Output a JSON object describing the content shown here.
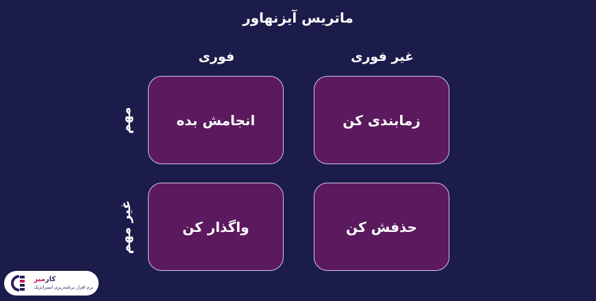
{
  "title": "ماتریس آیزنهاور",
  "columns": {
    "urgent": "فوری",
    "not_urgent": "غیر فوری"
  },
  "rows": {
    "important": "مهم",
    "not_important": "غیر مهم"
  },
  "cells": {
    "important_urgent": "انجامش بده",
    "important_not_urgent": "زمابندی کن",
    "not_important_urgent": "واگذار کن",
    "not_important_not_urgent": "حذفش کن"
  },
  "logo": {
    "name_part1": "کار",
    "name_part2": "میز",
    "tagline": "نرم افزار برنامه‌ریزی استراتژیک",
    "icon": "karmiz-logo-icon"
  },
  "colors": {
    "background": "#1c1c4a",
    "cell_fill": "#5b1a5e",
    "cell_border": "#d9c9e6",
    "text": "#ffffff",
    "logo_accent": "#c2185b"
  }
}
